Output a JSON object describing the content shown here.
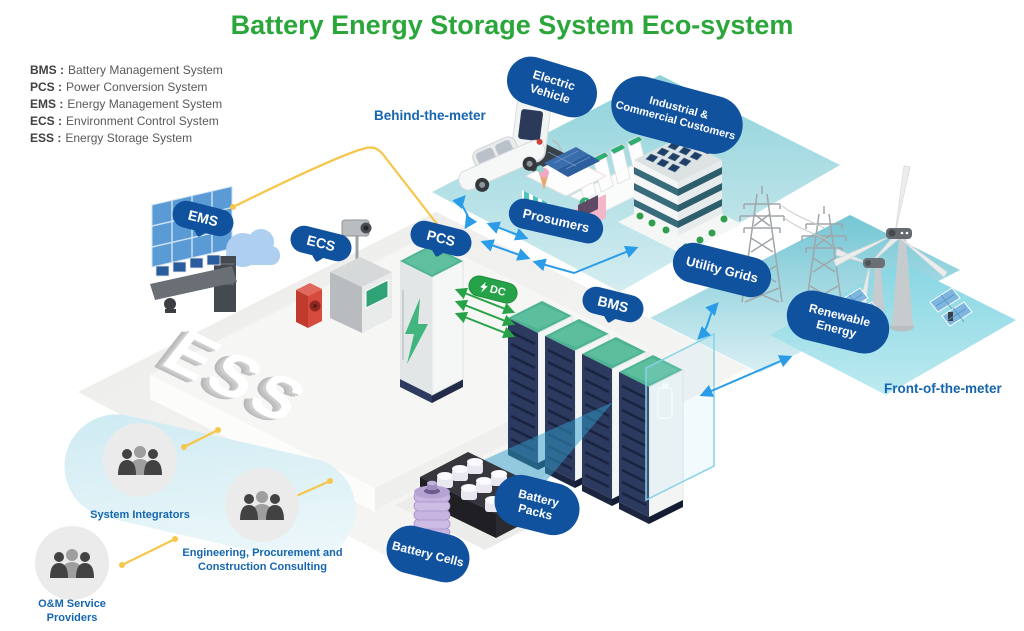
{
  "title": "Battery Energy Storage System Eco-system",
  "legend": {
    "items": [
      {
        "abbr": "BMS :",
        "name": "Battery Management System"
      },
      {
        "abbr": "PCS :",
        "name": "Power Conversion System"
      },
      {
        "abbr": "EMS :",
        "name": "Energy Management System"
      },
      {
        "abbr": "ECS :",
        "name": "Environment Control System"
      },
      {
        "abbr": "ESS :",
        "name": "Energy Storage System"
      }
    ]
  },
  "regions": {
    "behind_the_meter": "Behind-the-meter",
    "front_of_the_meter": "Front-of-the-meter"
  },
  "pills": {
    "ems": "EMS",
    "ecs": "ECS",
    "pcs": "PCS",
    "bms": "BMS",
    "electric_vehicle": "Electric Vehicle",
    "industrial_commercial": "Industrial & Commercial Customers",
    "prosumers": "Prosumers",
    "utility_grids": "Utility Grids",
    "renewable_energy": "Renewable Energy",
    "battery_packs": "Battery Packs",
    "battery_cells": "Battery Cells"
  },
  "badges": {
    "dc": "DC"
  },
  "ess_label": "ESS",
  "stakeholders": [
    {
      "label": "System Integrators"
    },
    {
      "label": "Engineering, Procurement and Construction Consulting"
    },
    {
      "label": "O&M Service Providers"
    }
  ],
  "icons": {
    "dc_icon": "lightning-bolt-icon",
    "stakeholder_icon": "people-group-icon"
  },
  "colors": {
    "title_green": "#2aa63b",
    "pill_blue": "#11529f",
    "label_blue": "#1566af",
    "arrow_blue": "#2b9ce8",
    "arrow_green": "#27a347",
    "line_yellow": "#f6c64a",
    "platform_teal": "#9fdbe4",
    "rack_top_green": "#4db392",
    "rack_front_navy": "#2c3a60"
  }
}
